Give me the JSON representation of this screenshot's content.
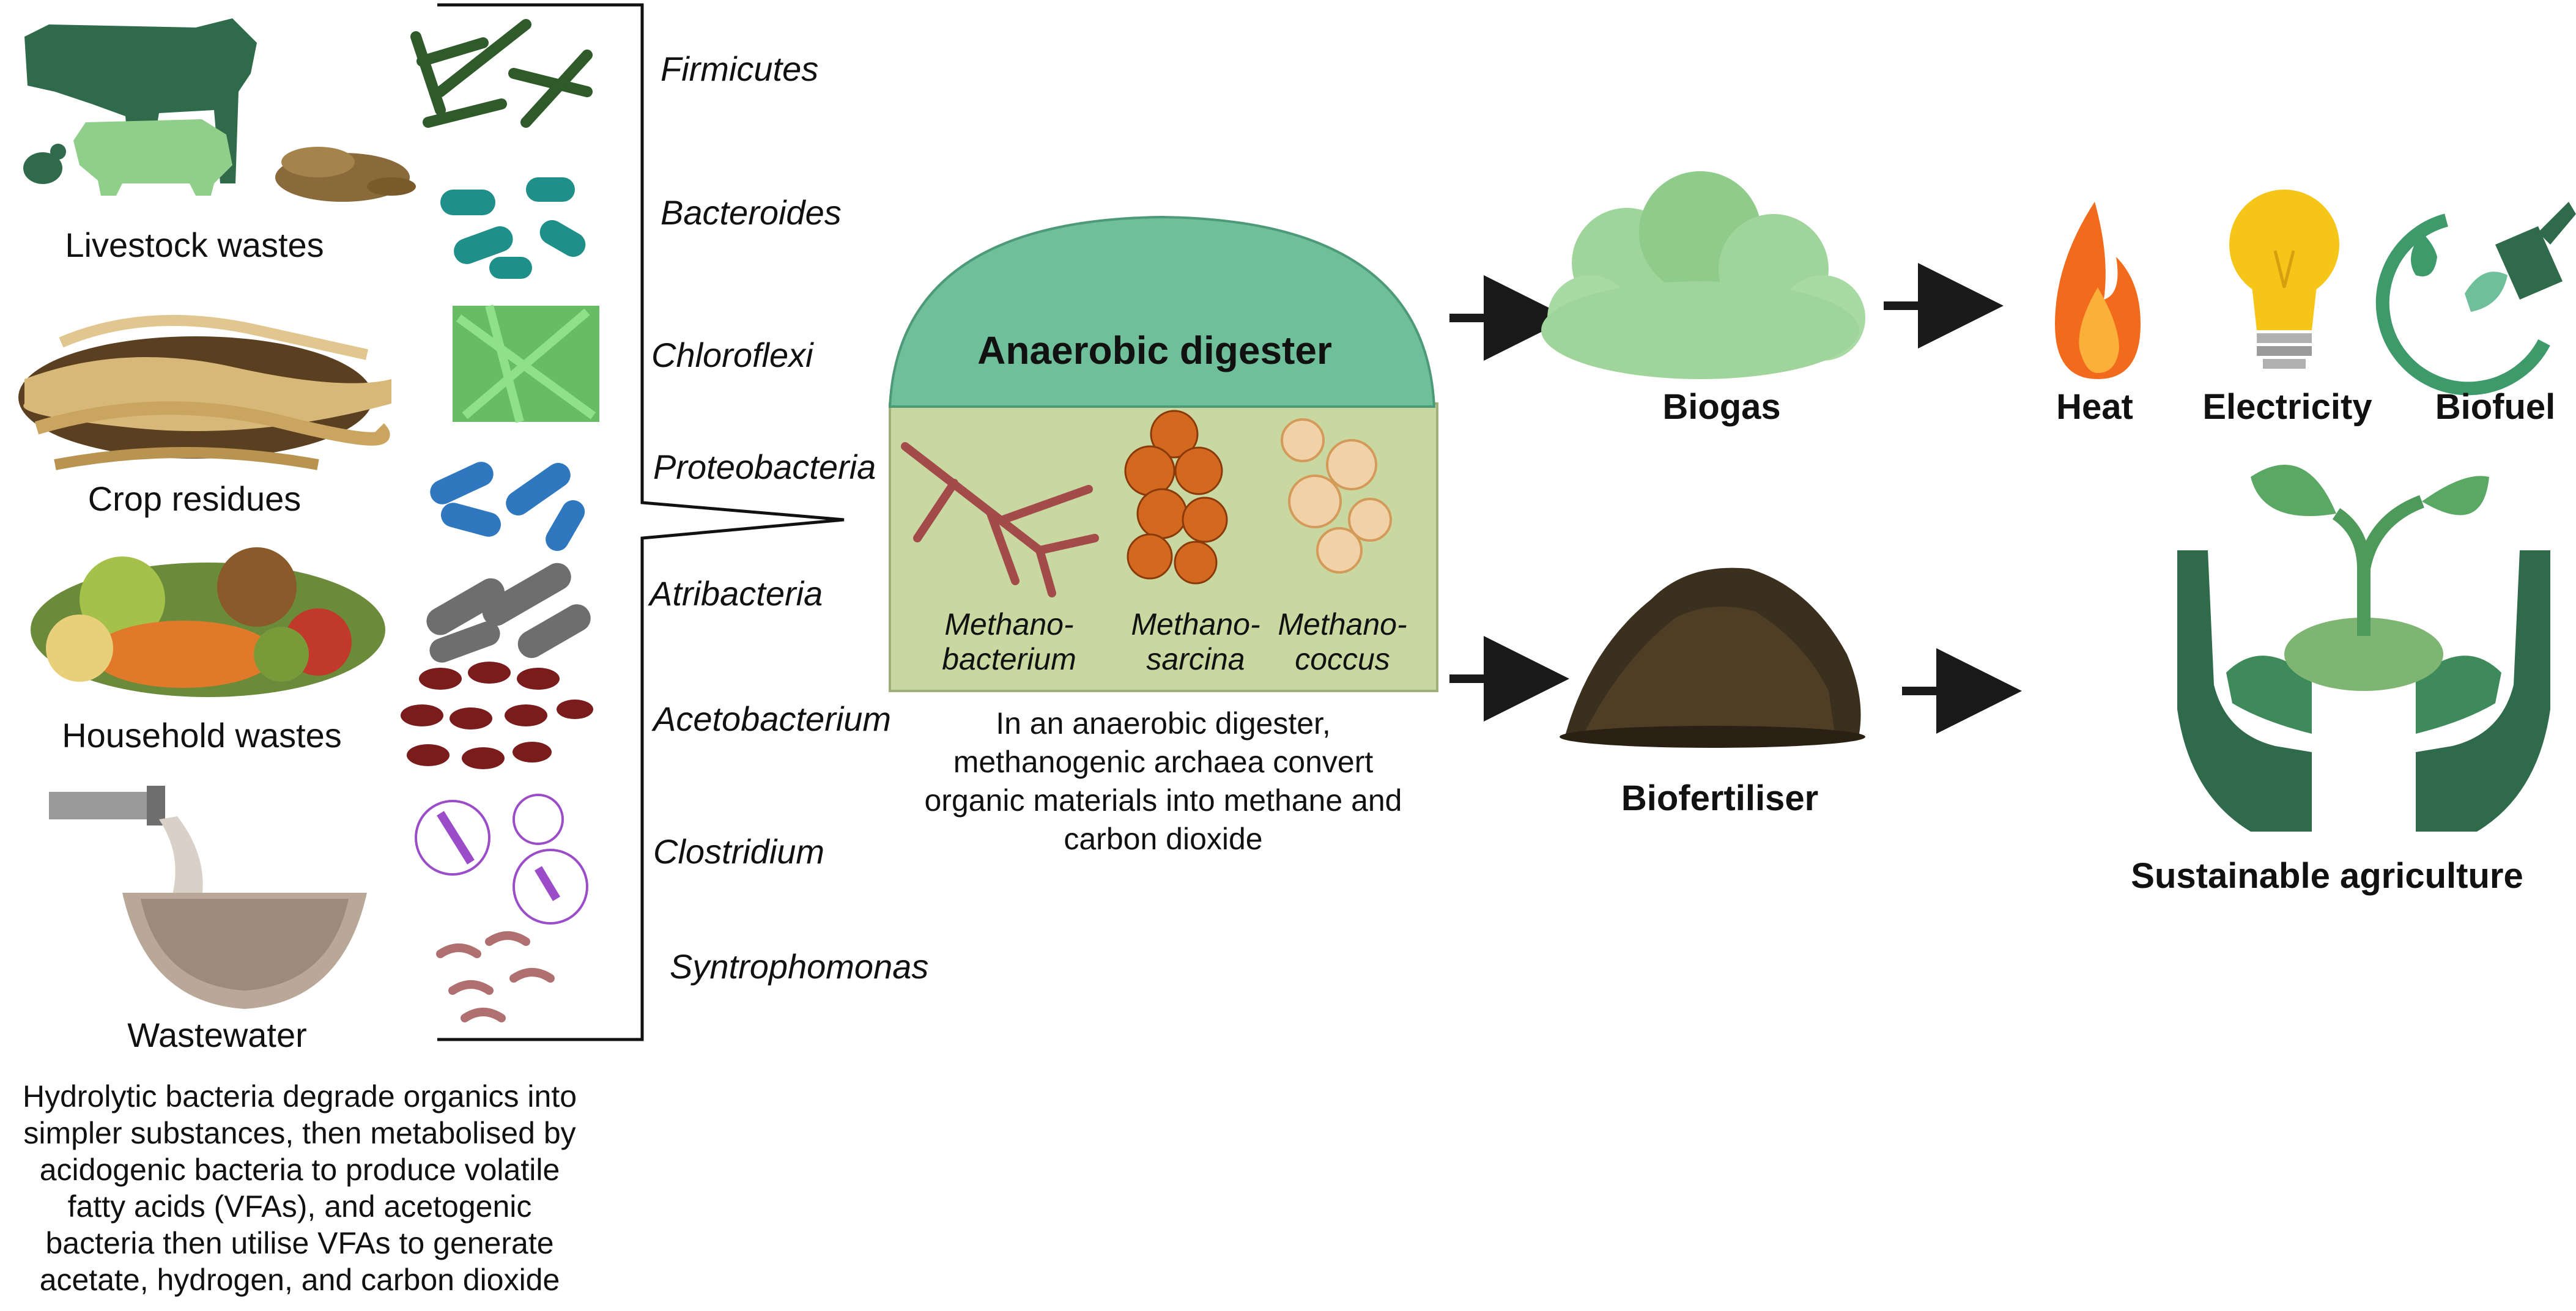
{
  "sources": [
    {
      "label": "Livestock wastes",
      "icon": "livestock-icon"
    },
    {
      "label": "Crop residues",
      "icon": "crop-residues-icon"
    },
    {
      "label": "Household wastes",
      "icon": "household-waste-icon"
    },
    {
      "label": "Wastewater",
      "icon": "wastewater-icon"
    }
  ],
  "source_description": [
    "Hydrolytic bacteria degrade organics into",
    "simpler substances, then metabolised by",
    "acidogenic bacteria to produce volatile",
    "fatty acids (VFAs), and acetogenic",
    "bacteria then utilise VFAs to generate",
    "acetate, hydrogen, and carbon dioxide"
  ],
  "bacteria": [
    {
      "label": "Firmicutes",
      "color": "#2f5a2a"
    },
    {
      "label": "Bacteroides",
      "color": "#1f8f8a"
    },
    {
      "label": "Chloroflexi",
      "color": "#3aa83a"
    },
    {
      "label": "Proteobacteria",
      "color": "#2f78c0"
    },
    {
      "label": "Atribacteria",
      "color": "#707070"
    },
    {
      "label": "Acetobacterium",
      "color": "#7a1c1c"
    },
    {
      "label": "Clostridium",
      "color": "#8a2fc0"
    },
    {
      "label": "Syntrophomonas",
      "color": "#b07070"
    }
  ],
  "digester": {
    "title": "Anaerobic digester",
    "archaea": [
      {
        "line1": "Methano-",
        "line2": "bacterium",
        "color": "#a34a4a"
      },
      {
        "line1": "Methano-",
        "line2": "sarcina",
        "color": "#d2691e"
      },
      {
        "line1": "Methano-",
        "line2": "coccus",
        "color": "#e8b27a"
      }
    ],
    "description": [
      "In an anaerobic digester,",
      "methanogenic archaea convert",
      "organic materials into methane and",
      "carbon dioxide"
    ]
  },
  "outputs": {
    "biogas": "Biogas",
    "biofertiliser": "Biofertiliser",
    "heat": "Heat",
    "electricity": "Electricity",
    "biofuel": "Biofuel",
    "agriculture": "Sustainable agriculture"
  },
  "colors": {
    "dome": "#6fbf9a",
    "tank": "#c9d8a0",
    "dark_green": "#2f6b4a",
    "light_green": "#9fd49a",
    "flame": "#f26a1b",
    "bulb": "#f5c518",
    "soil": "#3b2f1e",
    "arrow": "#1a1a1a"
  }
}
